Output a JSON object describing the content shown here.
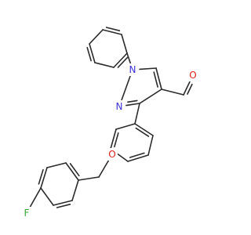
{
  "molecule": {
    "atom_labels": {
      "N1": "N",
      "N2": "N",
      "O_ether": "O",
      "O_aldehyde": "O",
      "F": "F"
    },
    "colors": {
      "bond": "#2b2b2b",
      "N": "#3a33d6",
      "O": "#e0201b",
      "F": "#33aa33"
    }
  }
}
